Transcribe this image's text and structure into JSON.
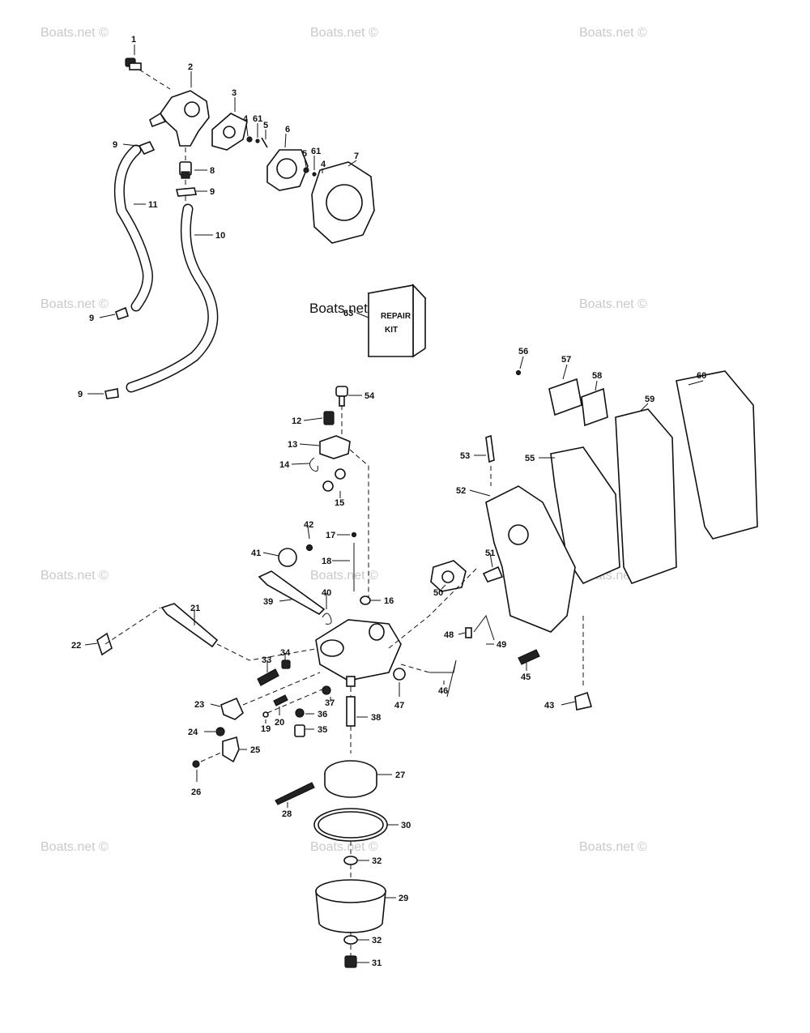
{
  "watermark": "Boats.net ©",
  "repair_kit": {
    "line1": "REPAIR",
    "line2": "KIT"
  },
  "callouts": [
    "1",
    "2",
    "3",
    "4",
    "61",
    "5",
    "6",
    "5",
    "61",
    "4",
    "7",
    "8",
    "9",
    "9",
    "11",
    "10",
    "9",
    "9",
    "63",
    "54",
    "12",
    "13",
    "14",
    "15",
    "56",
    "57",
    "58",
    "59",
    "60",
    "53",
    "55",
    "52",
    "42",
    "17",
    "41",
    "18",
    "40",
    "39",
    "16",
    "51",
    "50",
    "21",
    "22",
    "33",
    "34",
    "48",
    "49",
    "45",
    "46",
    "47",
    "43",
    "37",
    "23",
    "19",
    "20",
    "36",
    "38",
    "35",
    "24",
    "25",
    "26",
    "27",
    "28",
    "30",
    "32",
    "29",
    "32",
    "31"
  ]
}
